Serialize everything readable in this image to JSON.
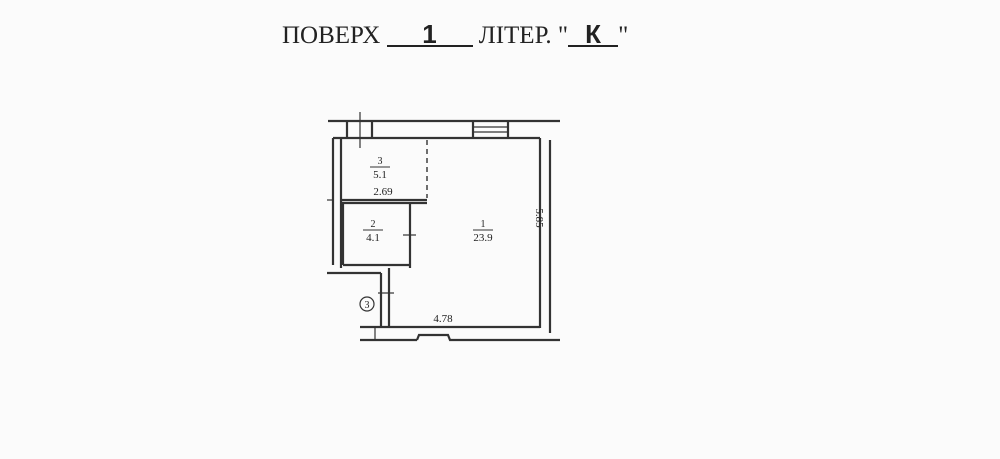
{
  "header": {
    "floor_label": "ПОВЕРХ",
    "floor_value": "1",
    "letter_label": "ЛІТЕР.",
    "quote_open": "\"",
    "letter_value": "К",
    "quote_close": "\""
  },
  "plan": {
    "rooms": [
      {
        "number": "1",
        "area": "23.9"
      },
      {
        "number": "2",
        "area": "4.1"
      },
      {
        "number": "3",
        "area": "5.1"
      }
    ],
    "dimensions": {
      "room3_width": "2.69",
      "height": "5.85",
      "width": "4.78"
    },
    "entrance_marker": "3"
  }
}
